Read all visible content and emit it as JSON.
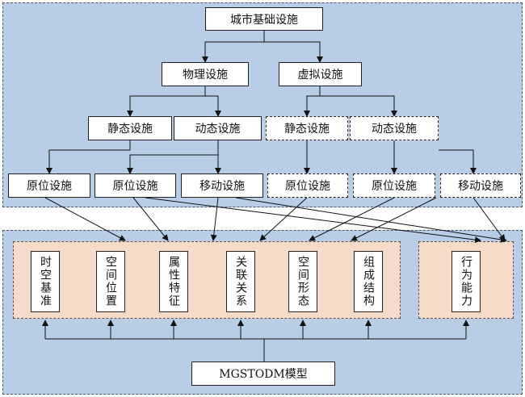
{
  "top": {
    "root": "城市基础设施",
    "physical": "物理设施",
    "virtual": "虚拟设施",
    "phys_static": "静态设施",
    "phys_dynamic": "动态设施",
    "virt_static": "静态设施",
    "virt_dynamic": "动态设施",
    "leaf_in_situ_1": "原位设施",
    "leaf_in_situ_2": "原位设施",
    "leaf_mobile_1": "移动设施",
    "leaf_in_situ_3": "原位设施",
    "leaf_in_situ_4": "原位设施",
    "leaf_mobile_2": "移动设施"
  },
  "model": {
    "features": [
      "时空基准",
      "空间位置",
      "属性特征",
      "关联关系",
      "空间形态",
      "组成结构"
    ],
    "behavior": "行为能力",
    "name": "MGSTODM模型"
  },
  "colors": {
    "panel": "#b9cde6",
    "inner": "#f6dcc8"
  }
}
